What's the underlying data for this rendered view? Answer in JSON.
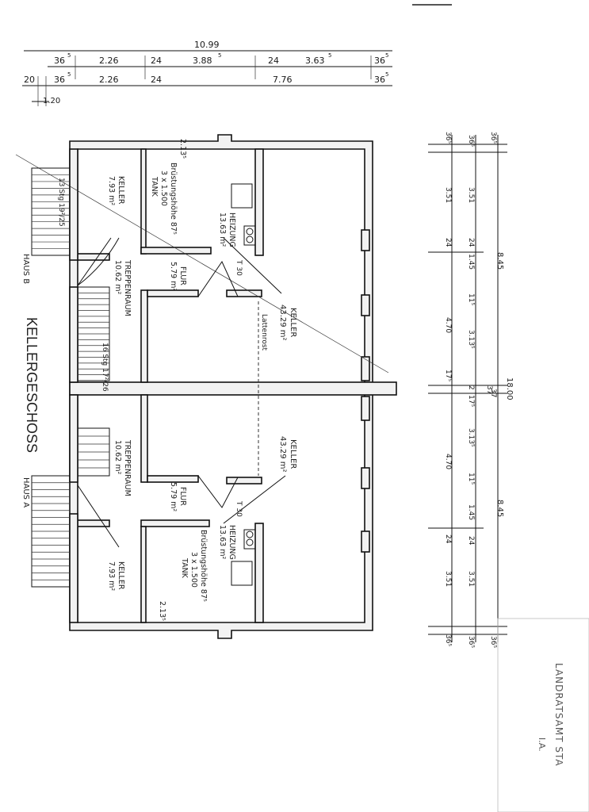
{
  "title": "KELLERGESCHOSS",
  "houses": {
    "a": "HAUS A",
    "b": "HAUS B"
  },
  "top_dimensions": {
    "overall": "10.99",
    "row1": [
      "36",
      "2.26",
      "24",
      "3.88",
      "24",
      "3.63",
      "36"
    ],
    "row1_sup": [
      "5",
      "",
      "",
      "5",
      "",
      "5",
      "5"
    ],
    "row2": [
      "20",
      "36",
      "2.26",
      "24",
      "7.76",
      "36"
    ],
    "row2_sup": [
      "",
      "5",
      "",
      "",
      "",
      "5"
    ],
    "row3": "1.20"
  },
  "right_dimensions": {
    "overall": "18.00",
    "halves": [
      "8.45",
      "8.45"
    ],
    "center": "37",
    "col_outer": [
      "36⁵",
      "3.51",
      "24",
      "4.70",
      "17⁵",
      "4.70",
      "24",
      "3.51",
      "36⁵"
    ],
    "col_mid": [
      "36⁵",
      "3.51",
      "24",
      "1.45",
      "11⁵",
      "3.13⁵",
      "2",
      "17⁵",
      "3.13⁵",
      "11⁵",
      "1.45",
      "24",
      "3.51",
      "36⁵"
    ],
    "col_inner": [
      "36⁵",
      "37",
      "36⁵"
    ]
  },
  "rooms_b": {
    "keller_small": {
      "name": "KELLER",
      "area": "7.93 m²"
    },
    "tank": {
      "width": "2.13⁵",
      "note": "Brüstungshöhe 87⁵",
      "tank": "3 x 1.500",
      "label": "TANK"
    },
    "heizung": {
      "name": "HEIZUNG",
      "area": "13.63 m²"
    },
    "stair_top": {
      "steps": "13 Stg 19²/25"
    },
    "treppenraum": {
      "name": "TREPPENRAUM",
      "area": "10.62 m²"
    },
    "stair_bottom": {
      "steps": "16 Stg 17²/26"
    },
    "flur": {
      "name": "FLUR",
      "area": "5.79 m²"
    },
    "door": "T 30",
    "keller_large": {
      "name": "KELLER",
      "area": "43.29 m²"
    },
    "partition": "Lattenrost"
  },
  "rooms_a": {
    "treppenraum": {
      "name": "TREPPENRAUM",
      "area": "10.62 m²"
    },
    "flur": {
      "name": "FLUR",
      "area": "5.79 m²"
    },
    "door": "T 30",
    "keller_large": {
      "name": "KELLER",
      "area": "43.29 m²"
    },
    "keller_small": {
      "name": "KELLER",
      "area": "7.93 m²"
    },
    "heizung": {
      "name": "HEIZUNG",
      "area": "13.63 m²"
    },
    "tank": {
      "width": "2.13⁵",
      "note": "Brüstungshöhe 87⁵",
      "tank": "3 x 1.500",
      "label": "TANK"
    }
  },
  "stamp": {
    "text": "LANDRATSAMT STA",
    "initials": "I.A."
  },
  "colors": {
    "ink": "#111111",
    "paper": "#ffffff",
    "stamp": "#555555"
  }
}
